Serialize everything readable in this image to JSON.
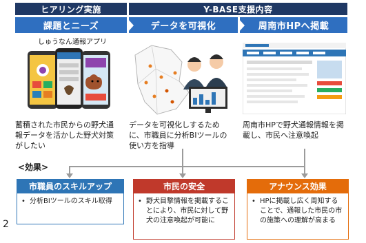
{
  "headers": {
    "hearing": "ヒアリング実施",
    "support": "Y-BASE支援内容"
  },
  "steps": [
    {
      "title": "課題とニーズ",
      "desc": "蓄積された市民からの野犬通報データを活かした野犬対策がしたい"
    },
    {
      "title": "データを可視化",
      "desc": "データを可視化しするために、市職員に分析BIツールの使い方を指導"
    },
    {
      "title": "周南市HPへ掲載",
      "desc": "周南市HPで野犬通報情報を掲載し、市民へ注意喚起"
    }
  ],
  "app": {
    "name": "しゅうなん通報アプリ"
  },
  "effects_label": "<効果>",
  "outcomes": [
    {
      "title": "市職員のスキルアップ",
      "color": "#2e75b6",
      "items": [
        "分析BIツールのスキル取得"
      ]
    },
    {
      "title": "市民の安全",
      "color": "#c0392b",
      "items": [
        "野犬目撃情報を掲載することにより、市民に対して野犬の注意喚起が可能に"
      ]
    },
    {
      "title": "アナウンス効果",
      "color": "#e46c0a",
      "items": [
        "HPに掲載し広く周知することで、通報した市民の市の施策への理解が高まる"
      ]
    }
  ],
  "page_number": "2",
  "colors": {
    "dark_navy": "#1f3864",
    "header_blue": "#2f6fc0",
    "blue": "#2e75b6",
    "red": "#c0392b",
    "orange": "#e46c0a"
  }
}
